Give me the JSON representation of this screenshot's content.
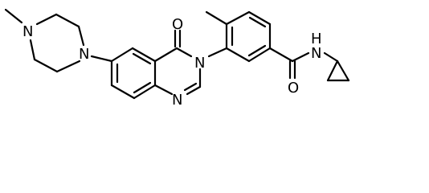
{
  "molecule": {
    "atoms": {
      "n_methyl": "N",
      "n_pip": "N",
      "o_carbonyl": "O",
      "n3": "N",
      "n1": "N",
      "nh_amide": "N",
      "h_amide": "H",
      "o_amide": "O"
    }
  },
  "colors": {
    "stroke": "#000000",
    "background": "#ffffff"
  }
}
